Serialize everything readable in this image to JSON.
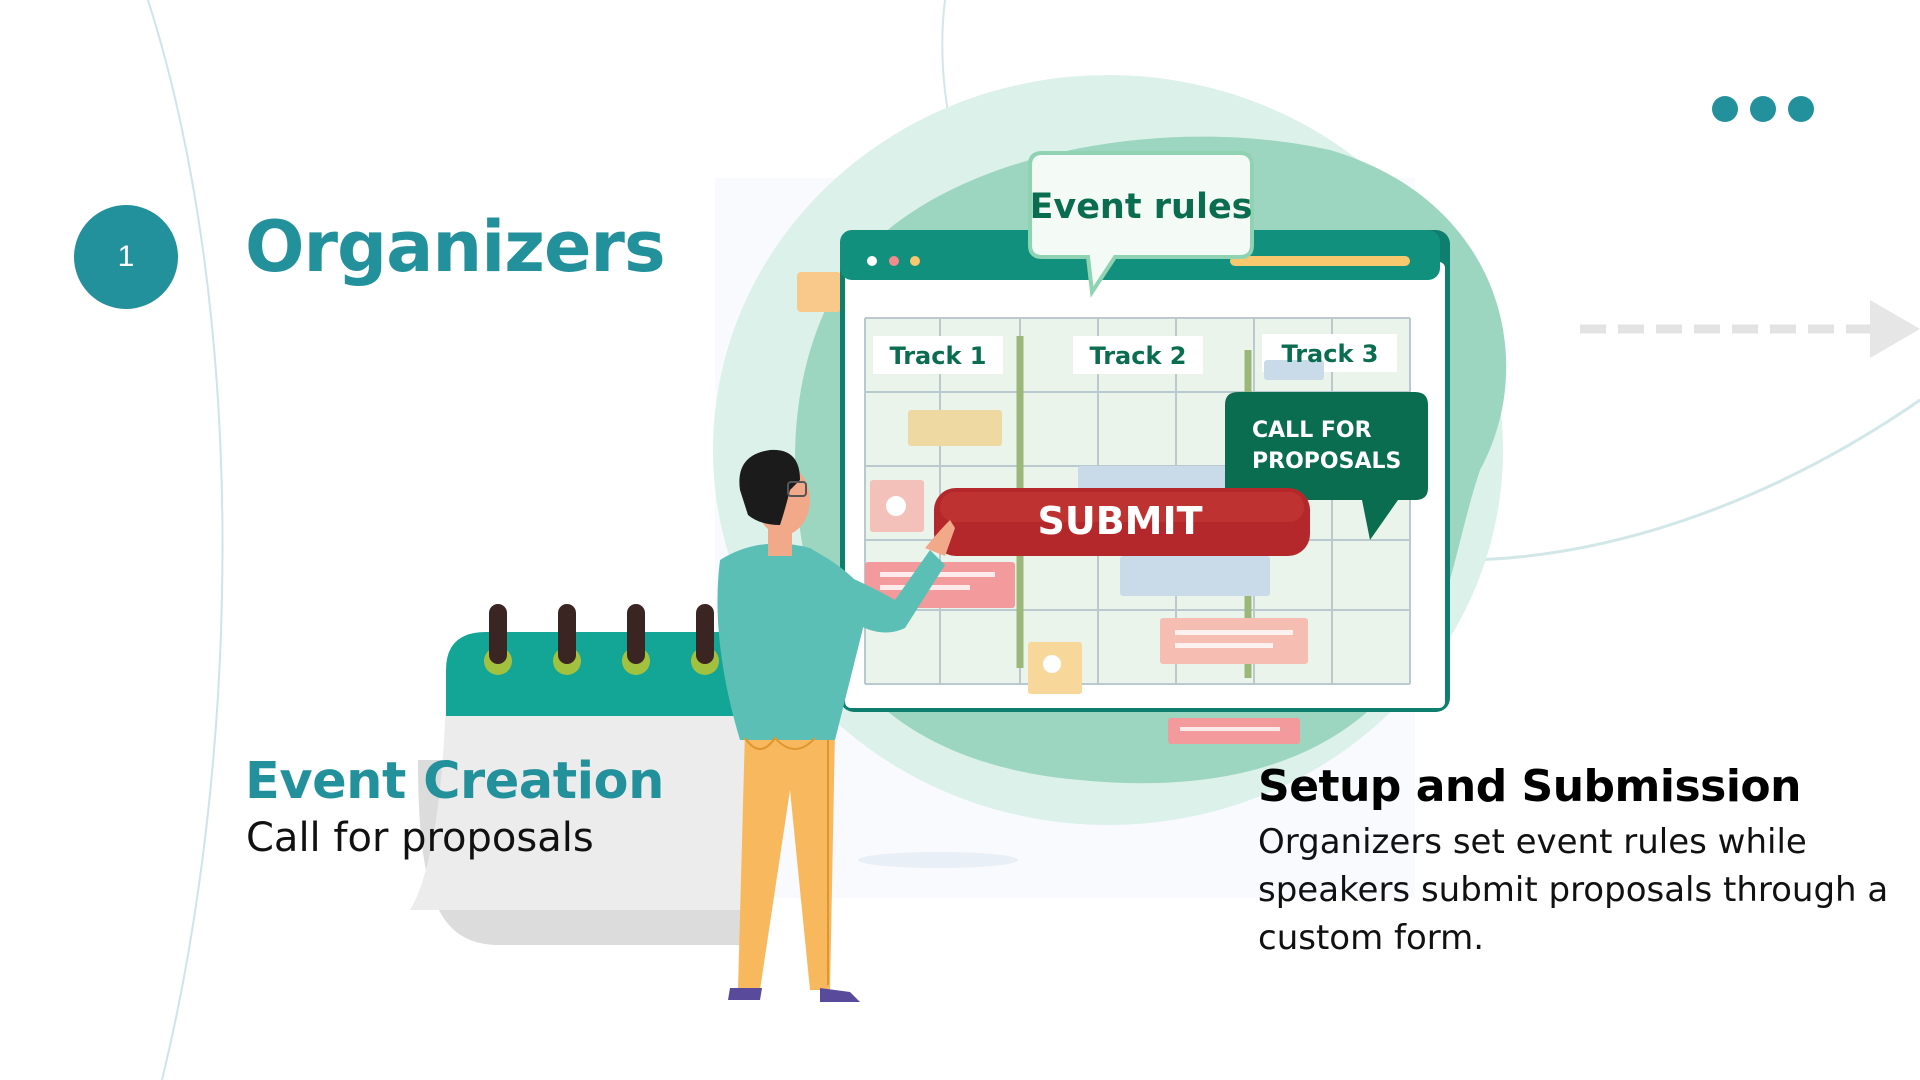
{
  "step": {
    "number": "1"
  },
  "header": {
    "title": "Organizers"
  },
  "left_section": {
    "title": "Event Creation",
    "subtitle": "Call for proposals"
  },
  "right_section": {
    "title": "Setup and Submission",
    "body": "Organizers set event rules while speakers submit proposals through a custom form."
  },
  "illustration": {
    "rules_bubble": "Event rules",
    "tracks": [
      "Track 1",
      "Track 2",
      "Track 3"
    ],
    "cfp_line1": "CALL FOR",
    "cfp_line2": "PROPOSALS",
    "submit_label": "SUBMIT"
  },
  "icons": [
    "more-dots-icon",
    "forward-arrow-icon",
    "calendar-icon",
    "person-icon",
    "schedule-window-icon"
  ],
  "colors": {
    "teal": "#23919c",
    "dark_green": "#0b6d4f",
    "submit_red": "#b4282b",
    "mint": "#9dd6c0"
  }
}
